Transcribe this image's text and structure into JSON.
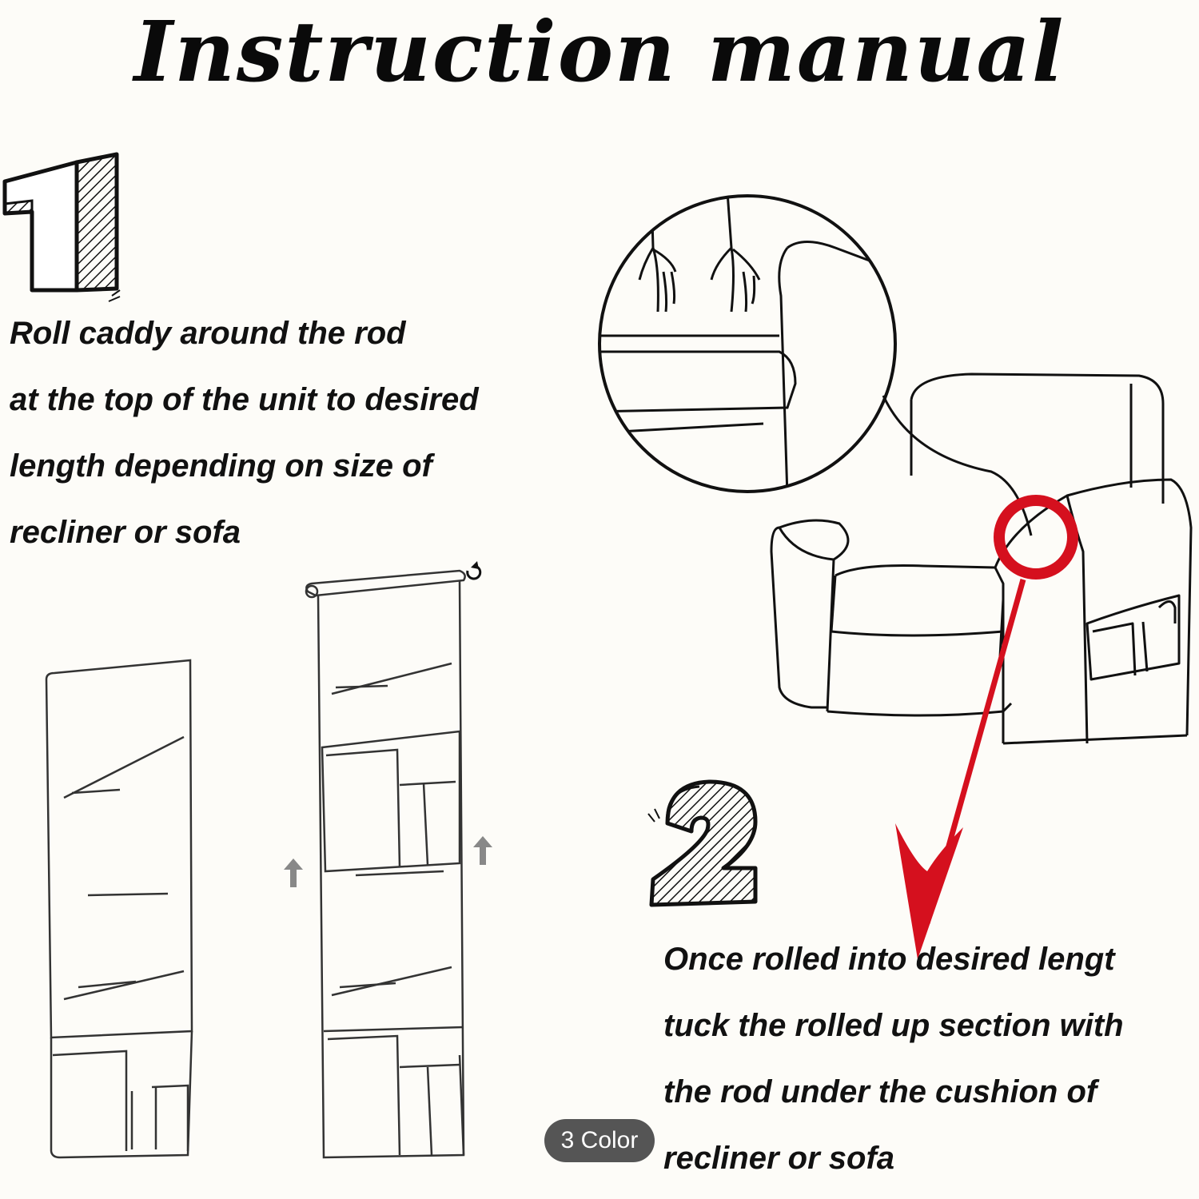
{
  "page": {
    "title": "Instruction manual"
  },
  "step1": {
    "number": "1",
    "lines": [
      "Roll caddy around the rod",
      "at the top of the unit to desired",
      "length depending on size of",
      "recliner or sofa"
    ]
  },
  "step2": {
    "number": "2",
    "lines": [
      "Once rolled into desired lengt",
      "tuck the rolled up section with",
      "the rod under the cushion of",
      "recliner or sofa"
    ]
  },
  "badge": {
    "label": "3 Color"
  },
  "colors": {
    "accent": "#d5101e",
    "ink": "#111111",
    "background": "#fdfcf8",
    "badge": "#555555"
  },
  "icons": [
    "number-one-icon",
    "number-two-icon",
    "arrow-up-icon",
    "rotate-icon",
    "magnifier-circle-icon",
    "red-arrow-icon"
  ]
}
